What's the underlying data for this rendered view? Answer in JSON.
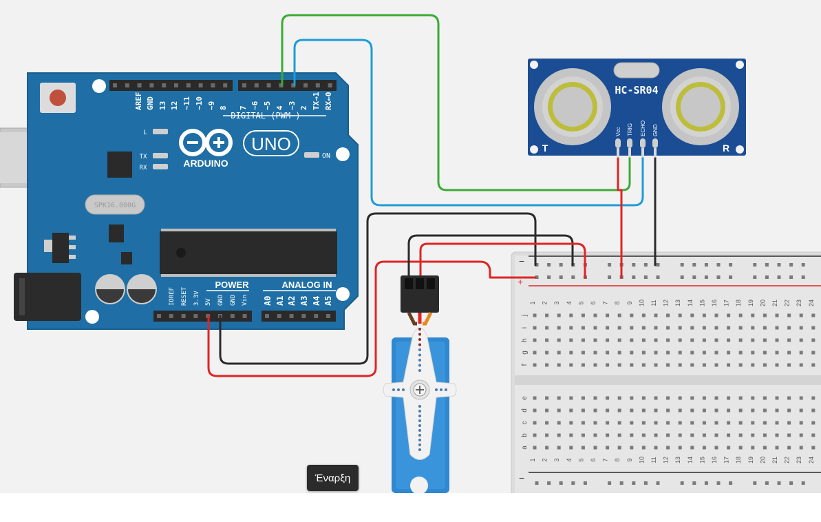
{
  "toolbar": {
    "start_label": "Έναρξη"
  },
  "arduino": {
    "logo_text": "ARDUINO",
    "model": "UNO",
    "on_label": "ON",
    "l_label": "L",
    "tx_label": "TX",
    "rx_label": "RX",
    "crystal_label": "SPK16.000G",
    "digital_label": "DIGITAL (PWM~)",
    "power_label": "POWER",
    "analog_label": "ANALOG IN",
    "digital_pins": [
      "AREF",
      "GND",
      "13",
      "12",
      "~11",
      "~10",
      "~9",
      "8",
      "7",
      "~6",
      "~5",
      "4",
      "~3",
      "2",
      "TX→1",
      "RX←0"
    ],
    "power_pins": [
      "IOREF",
      "RESET",
      "3.3V",
      "5V",
      "GND",
      "GND",
      "Vin"
    ],
    "analog_pins": [
      "A0",
      "A1",
      "A2",
      "A3",
      "A4",
      "A5"
    ]
  },
  "sensor": {
    "name": "HC-SR04",
    "pins": [
      "Vcc",
      "TRIG",
      "ECHO",
      "GND"
    ],
    "t_label": "T",
    "r_label": "R"
  },
  "breadboard": {
    "minus_label": "−",
    "plus_label": "+",
    "rows_top": [
      "j",
      "i",
      "h",
      "g",
      "f"
    ],
    "rows_bottom": [
      "e",
      "d",
      "c",
      "b",
      "a"
    ],
    "columns": [
      "1",
      "2",
      "3",
      "4",
      "5",
      "6",
      "7",
      "8",
      "9",
      "10",
      "11",
      "12",
      "13",
      "14",
      "15",
      "16",
      "17",
      "18",
      "19",
      "20",
      "21",
      "22",
      "23",
      "24"
    ]
  },
  "colors": {
    "board": "#1f6fa6",
    "sensor": "#1a4d94",
    "servo": "#2f88d0",
    "wire_green": "#3aaa35",
    "wire_blue": "#1e9bd7",
    "wire_red": "#e02424",
    "wire_black": "#2a2a2a"
  }
}
